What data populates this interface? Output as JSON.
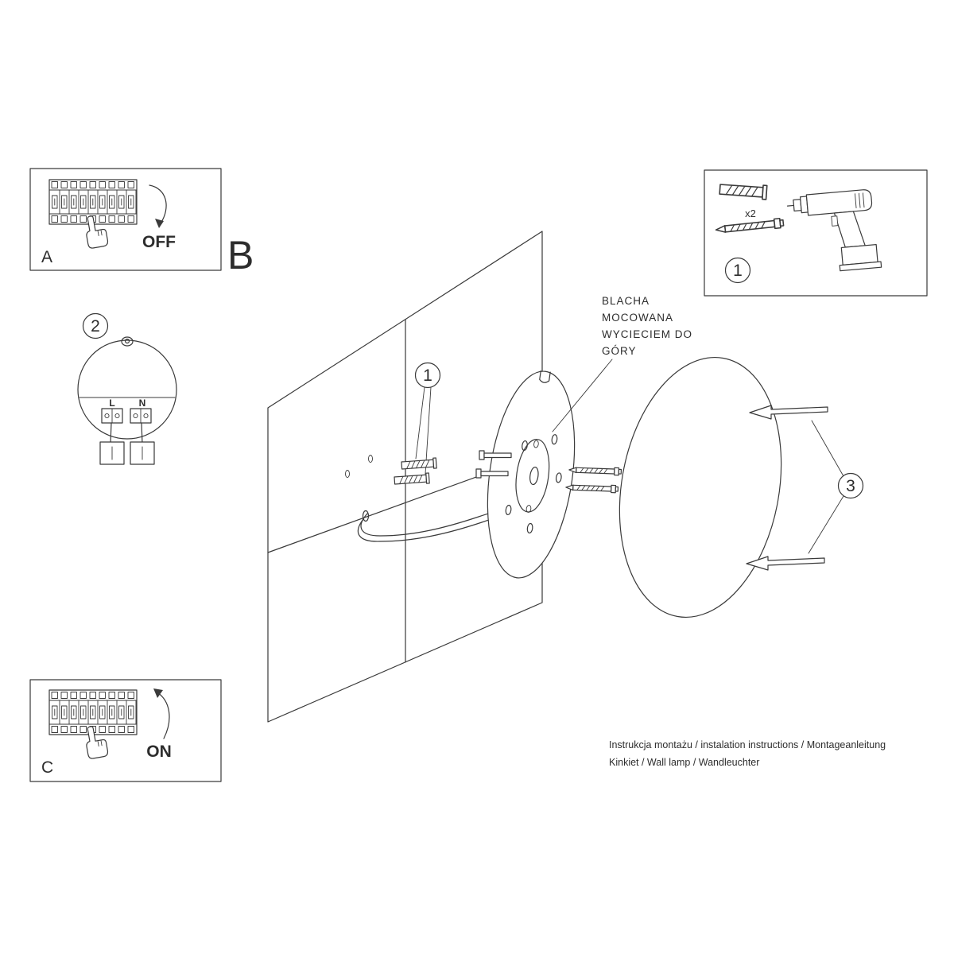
{
  "page": {
    "background": "#ffffff",
    "line_color": "#3a3a3a"
  },
  "panel_off": {
    "letter": "A",
    "switch_label": "OFF"
  },
  "panel_on": {
    "letter": "C",
    "switch_label": "ON"
  },
  "section_b": {
    "letter": "B"
  },
  "tools_box": {
    "step": "1",
    "anchor_count": "x2"
  },
  "wiring_detail": {
    "step": "2",
    "terminal_l": "L",
    "terminal_n": "N"
  },
  "anchors_step": {
    "step": "1"
  },
  "cover_step": {
    "step": "3"
  },
  "plate_note": {
    "lines": [
      "BLACHA",
      "MOCOWANA",
      "WYCIECIEM DO",
      "GÓRY"
    ]
  },
  "footer": {
    "line1": "Instrukcja montażu / instalation instructions / Montageanleitung",
    "line2": "Kinkiet / Wall lamp / Wandleuchter"
  }
}
